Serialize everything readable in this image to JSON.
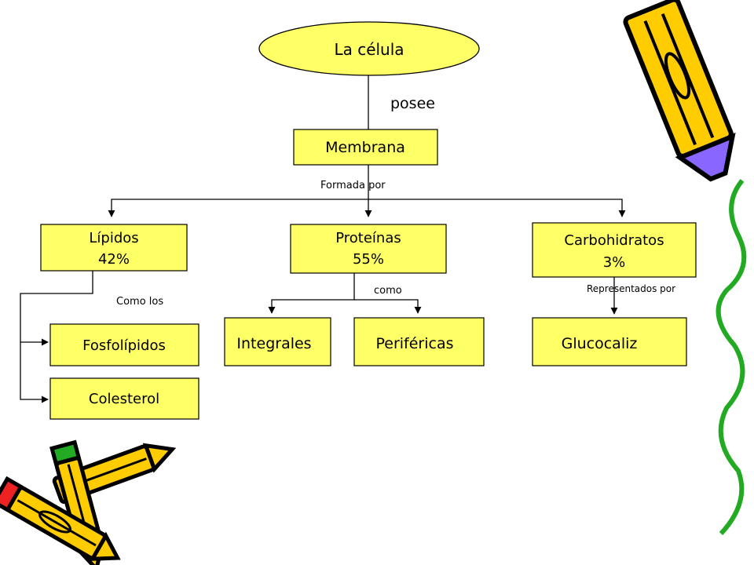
{
  "root": {
    "label": "La célula"
  },
  "edges": {
    "posee": "posee",
    "formada_por": "Formada por",
    "como_los": "Como los",
    "como": "como",
    "representados_por": "Representados por"
  },
  "membrana": {
    "label": "Membrana"
  },
  "lipidos": {
    "label": "Lípidos",
    "value": "42%"
  },
  "proteinas": {
    "label": "Proteínas",
    "value": "55%"
  },
  "carbohidratos": {
    "label": "Carbohidratos",
    "value": "3%"
  },
  "fosfolipidos": {
    "label": "Fosfolípidos"
  },
  "colesterol": {
    "label": "Colesterol"
  },
  "integrales": {
    "label": "Integrales"
  },
  "perifericas": {
    "label": "Periféricas"
  },
  "glucocaliz": {
    "label": "Glucocaliz"
  },
  "colors": {
    "node_fill": "#ffff66",
    "line": "#000000",
    "pencil_yellow": "#ffcc00",
    "pencil_purple": "#8866ff",
    "pencil_green": "#22aa22",
    "pencil_red": "#ee2222"
  }
}
